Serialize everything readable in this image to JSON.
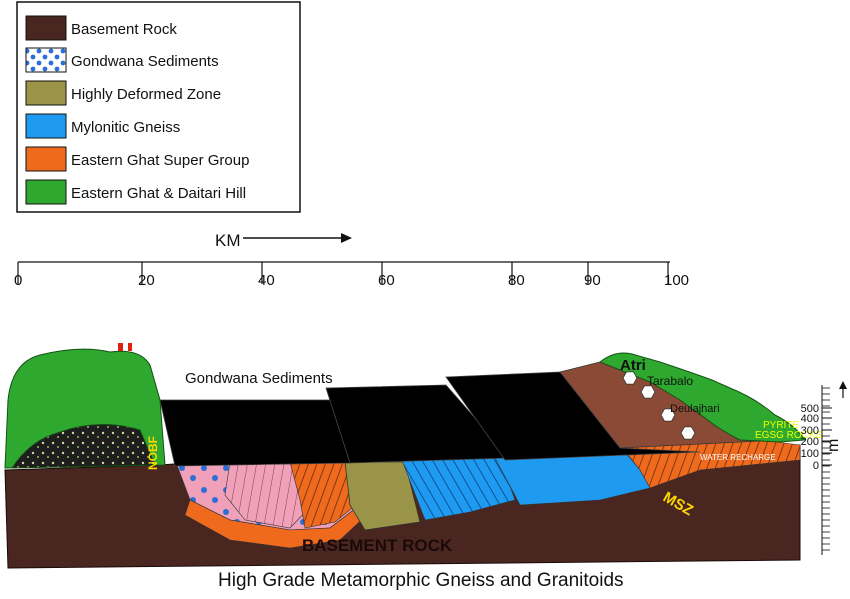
{
  "legend": {
    "items": [
      {
        "label": "Basement Rock",
        "color": "#4a2620",
        "pattern": "solid"
      },
      {
        "label": "Gondwana Sediments",
        "color": "#ffffff",
        "pattern": "dots"
      },
      {
        "label": "Highly Deformed Zone",
        "color": "#9a9448",
        "pattern": "solid"
      },
      {
        "label": "Mylonitic Gneiss",
        "color": "#1e9bf0",
        "pattern": "solid"
      },
      {
        "label": "Eastern Ghat Super Group",
        "color": "#f06a1e",
        "pattern": "solid"
      },
      {
        "label": "Eastern Ghat & Daitari Hill",
        "color": "#2ea82e",
        "pattern": "solid"
      }
    ]
  },
  "scale_bar": {
    "unit_label": "KM",
    "ticks": [
      "0",
      "20",
      "40",
      "60",
      "80",
      "90",
      "100"
    ]
  },
  "section": {
    "labels": {
      "gondwana": "Gondwana Sediments",
      "nobf": "NOBF",
      "basement": "BASEMENT ROCK",
      "msz": "MSZ",
      "water_recharge": "WATER RECHARGE",
      "pyrite": "PYRITE",
      "egsg": "EGSG ROCKS",
      "atri": "Atri",
      "tarabalo": "Tarabalo",
      "deulajhari": "Deulajhari"
    },
    "caption": "High Grade Metamorphic Gneiss and Granitoids"
  },
  "depth_scale": {
    "unit": "m",
    "ticks": [
      "500",
      "400",
      "300",
      "200",
      "100",
      "0"
    ]
  }
}
